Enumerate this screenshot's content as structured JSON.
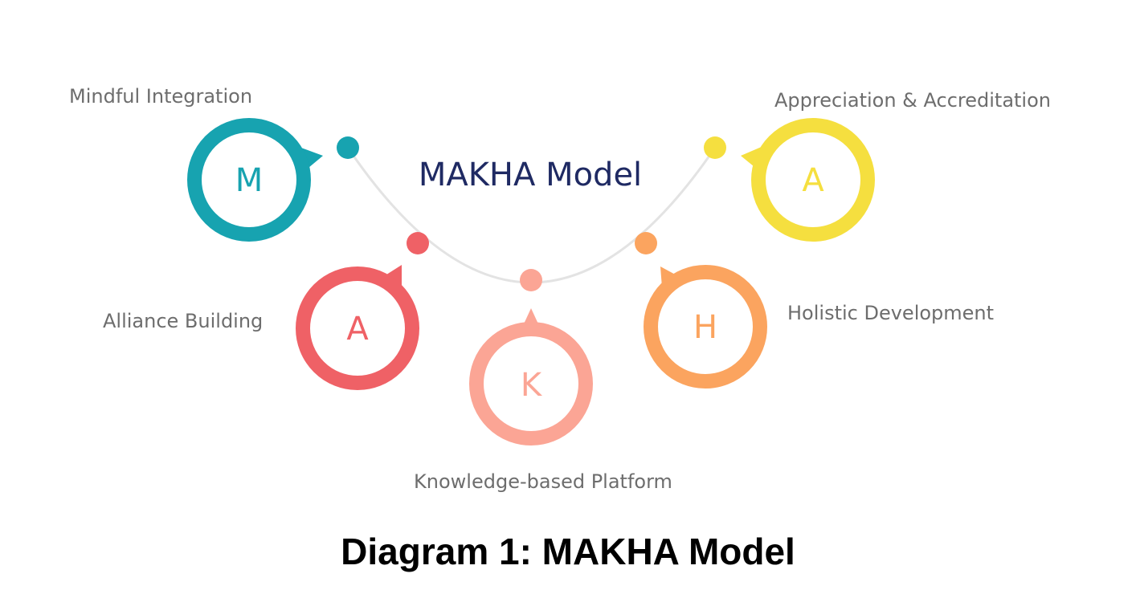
{
  "diagram": {
    "title": "MAKHA Model",
    "caption": "Diagram 1: MAKHA Model",
    "arc_color": "#e3e3e3",
    "title_color": "#1f2a63",
    "label_color": "#6d6d6d",
    "nodes": [
      {
        "letter": "M",
        "label": "Mindful Integration",
        "color": "#17a3b0"
      },
      {
        "letter": "A",
        "label": "Alliance Building",
        "color": "#ef6166"
      },
      {
        "letter": "K",
        "label": "Knowledge-based Platform",
        "color": "#fba595"
      },
      {
        "letter": "H",
        "label": "Holistic Development",
        "color": "#fba45f"
      },
      {
        "letter": "A",
        "label": "Appreciation & Accreditation",
        "color": "#f5df3f"
      }
    ]
  }
}
